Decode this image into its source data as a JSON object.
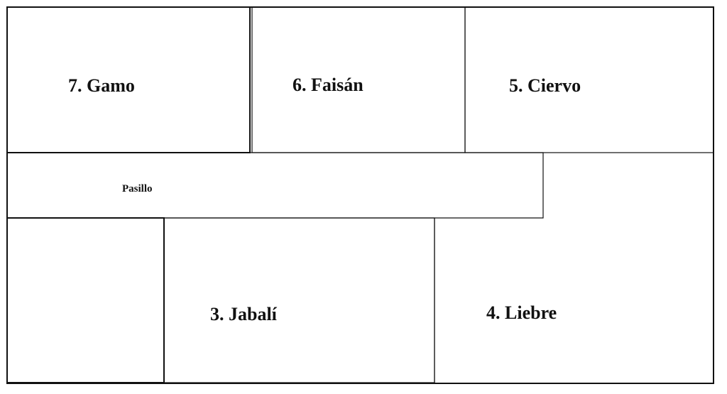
{
  "floor_plan": {
    "rooms": [
      {
        "key": "gamo",
        "label": "7. Gamo"
      },
      {
        "key": "faisan",
        "label": "6. Faisán"
      },
      {
        "key": "ciervo",
        "label": "5. Ciervo"
      },
      {
        "key": "jabali",
        "label": "3. Jabalí"
      },
      {
        "key": "liebre",
        "label": "4. Liebre"
      }
    ],
    "corridor": {
      "label": "Pasillo"
    }
  }
}
